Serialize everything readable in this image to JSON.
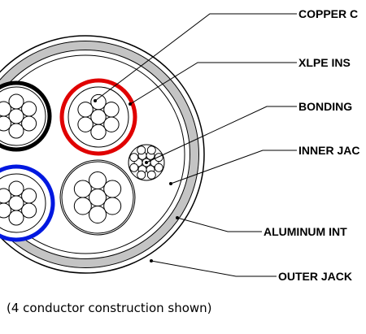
{
  "callouts": [
    {
      "id": "copper",
      "label": "COPPER C"
    },
    {
      "id": "xlpe",
      "label": "XLPE INS"
    },
    {
      "id": "bonding",
      "label": "BONDING"
    },
    {
      "id": "inner-jacket",
      "label": "INNER JAC"
    },
    {
      "id": "aluminum",
      "label": "ALUMINUM INT"
    },
    {
      "id": "outer-jacket",
      "label": "OUTER JACK"
    }
  ],
  "caption": "(4 conductor construction shown)",
  "colors": {
    "black_insulation": "#000000",
    "red_insulation": "#e00000",
    "blue_insulation": "#0018e0",
    "armor_band": "#c4c4c4",
    "line": "#000000"
  }
}
